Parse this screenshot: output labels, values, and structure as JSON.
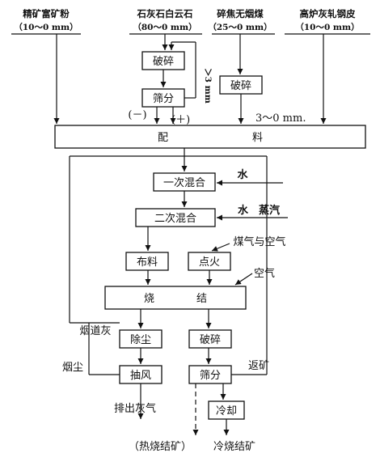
{
  "sources": [
    {
      "name": "精矿富矿粉",
      "size": "（10～0 mm）"
    },
    {
      "name": "石灰石白云石",
      "size": "（80～0 mm）"
    },
    {
      "name": "碎焦无烟煤",
      "size": "（25～0 mm）"
    },
    {
      "name": "高炉灰轧钢皮",
      "size": "（10～0 mm）"
    }
  ],
  "boxes": {
    "crush1": "破碎",
    "screen1": "筛分",
    "crush2": "破碎",
    "batching": "配　　　　　　　　料",
    "mix1": "一次混合",
    "mix2": "二次混合",
    "feed": "布料",
    "ignite": "点火",
    "sinter": "烧　　　　结",
    "dust_removal": "除尘",
    "exhaust": "抽风",
    "crush3": "破碎",
    "screen2": "筛分",
    "cooling": "冷却"
  },
  "labels": {
    "gt3mm": "＞3 mm",
    "minus": "(－)",
    "plus": "(＋)",
    "size_3_0": "3～0 mm.",
    "water": "水",
    "water_steam": "水　蒸汽",
    "gas_air": "煤气与空气",
    "air": "空气",
    "flue_ash": "烟道灰",
    "flue_dust": "烟尘",
    "return_fines": "返矿",
    "exhaust_gas": "排出灰气",
    "hot_sinter": "（热烧结矿）",
    "cold_sinter": "冷烧结矿"
  }
}
